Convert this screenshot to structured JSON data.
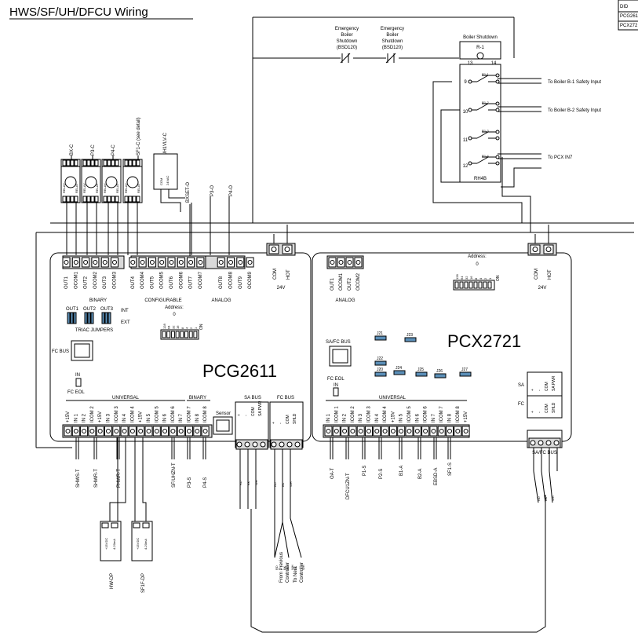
{
  "title": "HWS/SF/UH/DFCU Wiring",
  "corner_table": [
    "DID",
    "PCG261",
    "PCX272"
  ],
  "controllers": {
    "pcg": "PCG2611",
    "pcx": "PCX2721"
  },
  "top_devices": [
    "BX-C",
    "P3-C",
    "P4-C",
    "SF1-C (see detail)",
    "UH1VLV-C"
  ],
  "uh_terminals": [
    "COM",
    "24VAC"
  ],
  "relay_small_labels": [
    "RELAY",
    "RELAY",
    "RELAY",
    "RELAY"
  ],
  "emergency": {
    "lines": [
      "Emergency",
      "Boiler",
      "Shutdown"
    ],
    "code": "(BSD120)"
  },
  "boiler_shutdown": {
    "title": "Boiler Shutdown",
    "relay": "R-1",
    "terminals": [
      "13",
      "14",
      "9",
      "10",
      "11",
      "12"
    ],
    "contacts": [
      "R1-1",
      "R1-2",
      "R1-3",
      "R1-4"
    ],
    "base": "RH4B",
    "outputs": [
      "To Boiler B-1 Safety Input",
      "To Boiler B-2 Safety Input",
      "To PCX IN7"
    ]
  },
  "pcg_top_terminals": {
    "binary": [
      "OUT1",
      "OCOM1",
      "OUT2",
      "OCOM2",
      "OUT3",
      "OCOM3"
    ],
    "configurable": [
      "OUT4",
      "OCOM4",
      "OUT5",
      "OCOM5",
      "OUT6",
      "OCOM6",
      "OUT7",
      "OCOM7"
    ],
    "analog": [
      "OUT8",
      "OCOM8",
      "OUT9",
      "OCOM9"
    ]
  },
  "pcg_group_labels": {
    "binary": "BINARY",
    "configurable": "CONFIGURABLE",
    "analog": "ANALOG"
  },
  "pcg_output_points": [
    "BXSET-O",
    "P3-O",
    "P4-O"
  ],
  "power": {
    "com": "COM",
    "hot": "HOT",
    "volts": "24V"
  },
  "pcg_misc": {
    "jumpers": [
      "OUT1",
      "OUT2",
      "OUT3"
    ],
    "int": "INT",
    "ext": "EXT",
    "triac": "TRIAC JUMPERS",
    "address_label": "Address:",
    "address_value": "0",
    "dip_values": [
      "128",
      "64",
      "32",
      "16",
      "8",
      "4",
      "2",
      "1"
    ],
    "dip_on": "ON",
    "fc_bus": "FC BUS",
    "in": "IN",
    "fc_eol": "FC EOL",
    "universal": "UNIVERSAL",
    "binary": "BINARY",
    "sensor": "Sensor"
  },
  "pcg_bottom_terminals": [
    "+15V",
    "IN 1",
    "IN 2",
    "ICOM 2",
    "+15V",
    "IN 3",
    "ICOM 3",
    "IN 4",
    "ICOM 4",
    "+15V",
    "IN 5",
    "ICOM 5",
    "IN 6",
    "ICOM 6",
    "IN 7",
    "ICOM 7",
    "IN 8",
    "ICOM 8"
  ],
  "pcg_input_points": [
    "SHWS-T",
    "SHWR-T",
    "PHWR-T",
    "SF/UHZN-T",
    "P3-S",
    "P4-S"
  ],
  "sa_bus": {
    "label": "SA BUS",
    "terminals": [
      "+",
      "-",
      "COM",
      "SA PWR"
    ]
  },
  "fc_bus_block": {
    "label": "FC BUS",
    "terminals": [
      "+",
      "-",
      "COM",
      "SHLD"
    ]
  },
  "bus_wire_colors": [
    "RD",
    "BK",
    "WH"
  ],
  "dp_sensors": {
    "hw": {
      "label": "HW-DP",
      "terminals": [
        "+15VDC",
        "4-20mA"
      ]
    },
    "sf": {
      "label": "SF1F-DP",
      "terminals": [
        "+15VDC",
        "4-20mA"
      ]
    }
  },
  "pcx_misc": {
    "analog_terminals": [
      "OUT1",
      "OCOM1",
      "OUT2",
      "OCOM2"
    ],
    "analog": "ANALOG",
    "address_label": "Address:",
    "address_value": "0",
    "dip_values": [
      "128",
      "64",
      "32",
      "16",
      "8",
      "4",
      "2",
      "1"
    ],
    "dip_on": "ON",
    "jumpers": [
      "J21",
      "J23",
      "J22",
      "J24",
      "J25",
      "J26",
      "J27",
      "J20"
    ],
    "safc_bus": "SA/FC BUS",
    "fc_eol": "FC EOL",
    "in": "IN",
    "universal": "UNIVERSAL",
    "sa": "SA",
    "fc": "FC",
    "sa_terms": [
      "+",
      "-",
      "COM",
      "SA PWR"
    ],
    "fc_terms": [
      "+",
      "-",
      "COM",
      "SHLD"
    ],
    "safc_bottom": "SA/FC BUS"
  },
  "pcx_bottom_terminals": [
    "IN 1",
    "ICOM 1",
    "IN 2",
    "ICOM 2",
    "IN 3",
    "ICOM 3",
    "IN 4",
    "ICOM 4",
    "+15V",
    "IN 5",
    "ICOM 5",
    "IN 6",
    "ICOM 6",
    "IN 7",
    "ICOM 7",
    "IN 8",
    "ICOM 8",
    "+15V"
  ],
  "pcx_input_points": [
    "OA-T",
    "DFCU1ZN-T",
    "P1-S",
    "P2-S",
    "B1-A",
    "B2-A",
    "EBSD-A",
    "SF1-S"
  ],
  "from_previous": [
    "From Previous",
    "Controller"
  ],
  "to_next": [
    "To Next",
    "Controller"
  ]
}
